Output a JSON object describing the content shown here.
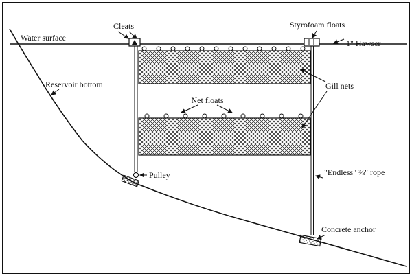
{
  "labels": {
    "water_surface": "Water surface",
    "cleats": "Cleats",
    "styrofoam_floats": "Styrofoam floats",
    "hawser": "1\" Hawser",
    "reservoir_bottom": "Reservoir bottom",
    "gill_nets": "Gill nets",
    "net_floats": "Net floats",
    "pulley": "Pulley",
    "endless_rope": "\"Endless\" ⅜\" rope",
    "concrete_anchor": "Concrete anchor"
  },
  "colors": {
    "ink": "#111111",
    "background": "#ffffff"
  }
}
